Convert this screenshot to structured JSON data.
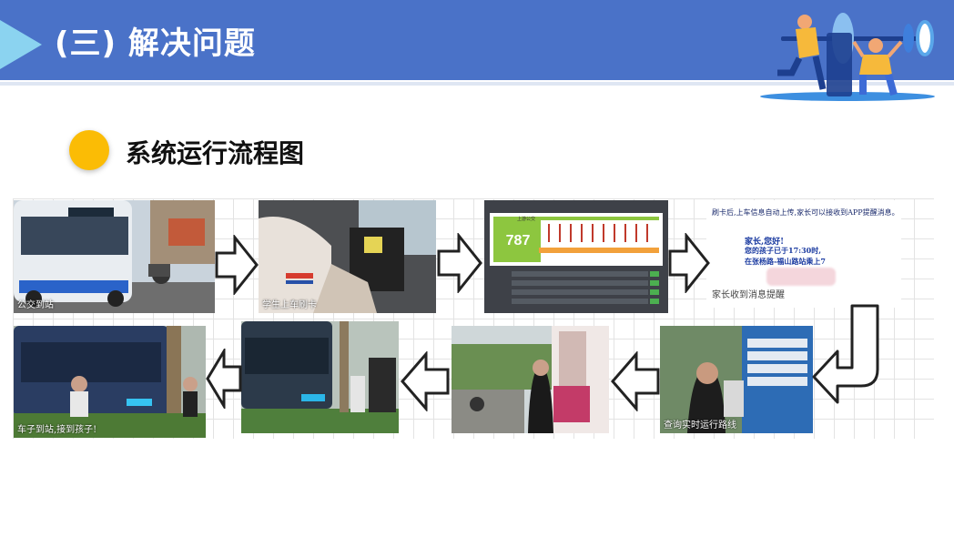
{
  "header": {
    "title": "(三) 解决问题"
  },
  "section": {
    "title": "系统运行流程图"
  },
  "steps": [
    {
      "caption": "公交到站"
    },
    {
      "caption": "学生上车刷卡"
    },
    {
      "caption": "",
      "route_number": "787",
      "route_label": "上游公交"
    },
    {
      "caption": "家长收到消息提醒",
      "notice": "刷卡后,上车信息自动上传,家长可以接收到APP提醒消息。",
      "message_line1": "家长,您好!",
      "message_line2": "您的孩子已于17:30时,",
      "message_line3": "在张杨路-福山路站乘上7"
    },
    {
      "caption": "查询实时运行路线"
    },
    {
      "caption": ""
    },
    {
      "caption": ""
    },
    {
      "caption": "车子到站,接到孩子!"
    }
  ],
  "colors": {
    "header": "#4a72c8",
    "accent_dot": "#fbbc05",
    "chevron": "#8bd3f0"
  }
}
